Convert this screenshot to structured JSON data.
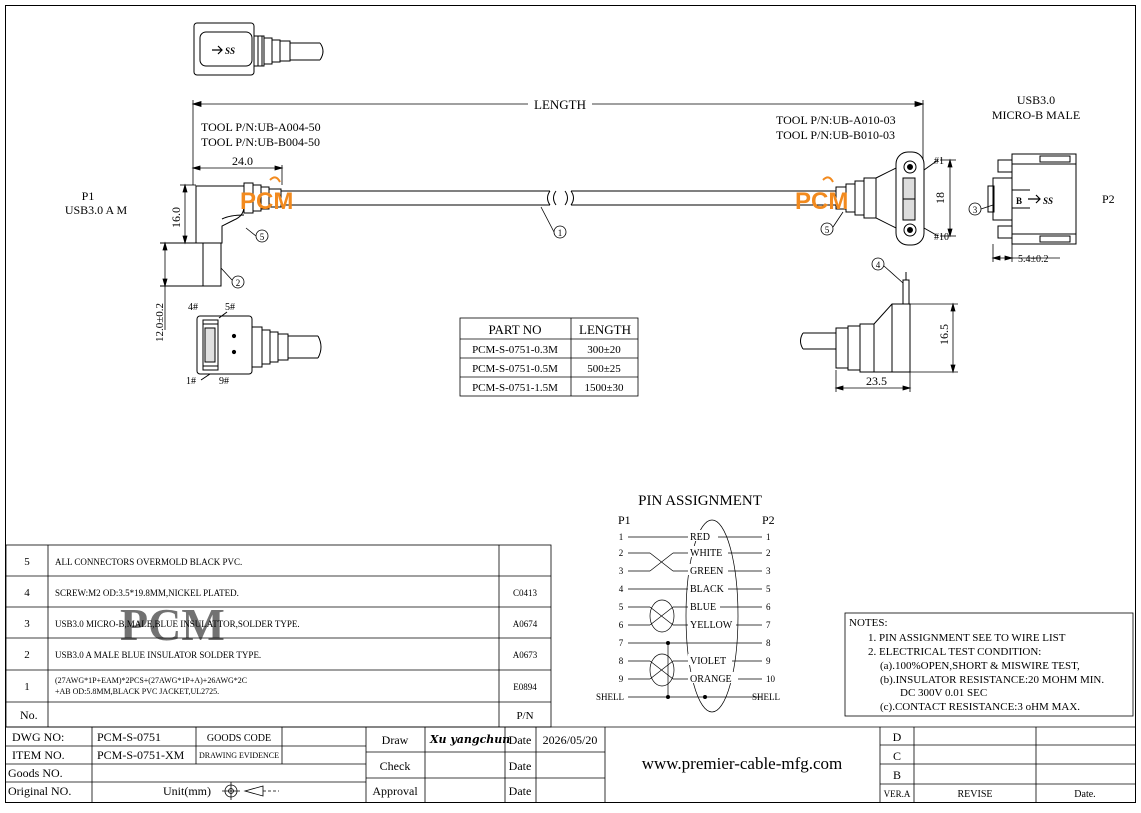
{
  "drawing": {
    "length_label": "LENGTH",
    "p1_label": "P1",
    "p1_desc": "USB3.0 A M",
    "p2_label": "P2",
    "p2_title_1": "USB3.0",
    "p2_title_2": "MICRO-B MALE",
    "tool_left_1": "TOOL P/N:UB-A004-50",
    "tool_left_2": "TOOL P/N:UB-B004-50",
    "tool_right_1": "TOOL P/N:UB-A010-03",
    "tool_right_2": "TOOL P/N:UB-B010-03",
    "dim_24": "24.0",
    "dim_16": "16.0",
    "dim_12": "12.0±0.2",
    "dim_18": "18",
    "dim_54": "5.4±0.2",
    "dim_165": "16.5",
    "dim_235": "23.5",
    "pin_4": "4#",
    "pin_5": "5#",
    "pin_1": "1#",
    "pin_9": "9#",
    "pin_h1": "#1",
    "pin_h10": "#10",
    "c1": "1",
    "c2": "2",
    "c3": "3",
    "c4": "4",
    "c5": "5",
    "logo": "PCM"
  },
  "part_table": {
    "headers": [
      "PART NO",
      "LENGTH"
    ],
    "rows": [
      [
        "PCM-S-0751-0.3M",
        "300±20"
      ],
      [
        "PCM-S-0751-0.5M",
        "500±25"
      ],
      [
        "PCM-S-0751-1.5M",
        "1500±30"
      ]
    ]
  },
  "pin_assignment": {
    "title": "PIN ASSIGNMENT",
    "p1": "P1",
    "p2": "P2",
    "left": [
      "1",
      "2",
      "3",
      "4",
      "5",
      "6",
      "7",
      "8",
      "9",
      "SHELL"
    ],
    "right": [
      "1",
      "2",
      "3",
      "5",
      "6",
      "7",
      "8",
      "9",
      "10",
      "SHELL"
    ],
    "colors": [
      "RED",
      "WHITE",
      "GREEN",
      "BLACK",
      "BLUE",
      "YELLOW",
      "",
      "VIOLET",
      "ORANGE",
      ""
    ]
  },
  "bom": {
    "rows": [
      {
        "no": "5",
        "desc": "ALL CONNECTORS OVERMOLD BLACK PVC.",
        "code": ""
      },
      {
        "no": "4",
        "desc": "SCREW:M2 OD:3.5*19.8MM,NICKEL PLATED.",
        "code": "C0413"
      },
      {
        "no": "3",
        "desc": "USB3.0 MICRO-B,MALE,BLUE INSULATTOR,SOLDER TYPE.",
        "code": "A0674"
      },
      {
        "no": "2",
        "desc": "USB3.0 A MALE BLUE INSULATOR SOLDER TYPE.",
        "code": "A0673"
      },
      {
        "no": "1",
        "desc": "(27AWG*1P+EAM)*2PCS+(27AWG*1P+A)+26AWG*2C",
        "desc2": "+AB OD:5.8MM,BLACK PVC JACKET,UL2725.",
        "code": "E0894"
      }
    ],
    "footer_no": "No.",
    "footer_pn": "P/N"
  },
  "notes": {
    "title": "NOTES:",
    "lines": [
      "1. PIN ASSIGNMENT SEE TO WIRE LIST",
      "2. ELECTRICAL TEST CONDITION:",
      "(a).100%OPEN,SHORT & MISWIRE TEST,",
      "(b).INSULATOR RESISTANCE:20 MOHM MIN.",
      "DC 300V 0.01 SEC",
      "(c).CONTACT RESISTANCE:3 oHM MAX."
    ]
  },
  "title_block": {
    "dwg_no_label": "DWG NO:",
    "dwg_no": "PCM-S-0751",
    "goods_code": "GOODS CODE",
    "item_no_label": "ITEM NO.",
    "item_no": "PCM-S-0751-XM",
    "drawing_evidence": "DRAWING EVIDENCE",
    "goods_no_label": "Goods NO.",
    "original_no_label": "Original NO.",
    "unit_label": "Unit(mm)",
    "draw_label": "Draw",
    "draw_sign": "Xu yangchun",
    "check_label": "Check",
    "approval_label": "Approval",
    "date_label": "Date",
    "date_value": "2026/05/20",
    "website": "www.premier-cable-mfg.com",
    "rev_d": "D",
    "rev_c": "C",
    "rev_b": "B",
    "ver_a": "VER.A",
    "revise": "REVISE",
    "date_col": "Date."
  }
}
